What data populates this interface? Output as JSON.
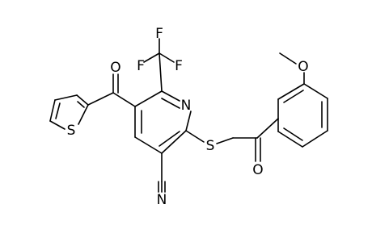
{
  "molecule": {
    "atoms": {
      "F1": "F",
      "F2": "F",
      "F3": "F",
      "O_carbonyl_thiophene": "O",
      "S_thiophene": "S",
      "N_pyridine": "N",
      "S_thioether": "S",
      "N_nitrile": "N",
      "O_methoxy": "O",
      "O_ketone": "O"
    },
    "nitrile_carbon": "C"
  }
}
